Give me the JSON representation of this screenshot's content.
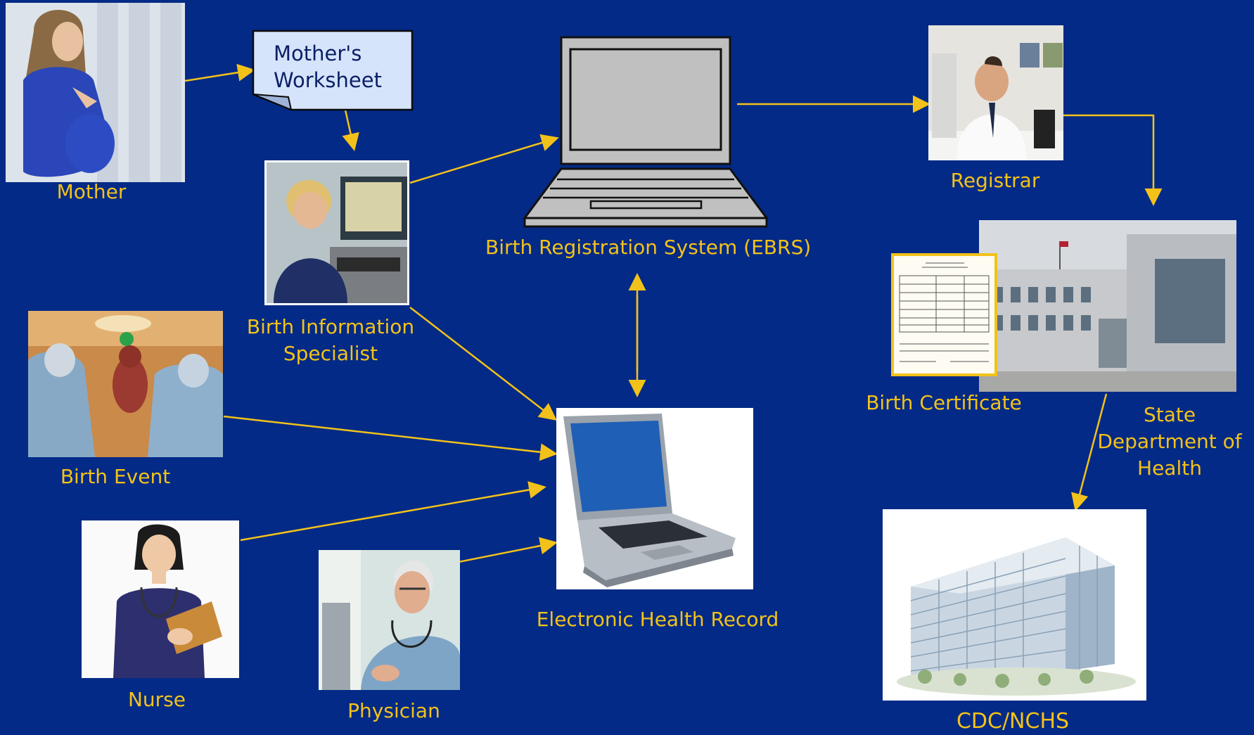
{
  "nodes": {
    "mother": "Mother",
    "worksheet_line1": "Mother's",
    "worksheet_line2": "Worksheet",
    "bis_line1": "Birth Information",
    "bis_line2": "Specialist",
    "ebrs": "Birth Registration System (EBRS)",
    "registrar": "Registrar",
    "birth_event": "Birth Event",
    "ehr": "Electronic Health Record",
    "birth_certificate": "Birth Certificate",
    "sdh_line1": "State",
    "sdh_line2": "Department of",
    "sdh_line3": "Health",
    "nurse": "Nurse",
    "physician": "Physician",
    "cdc": "CDC/NCHS"
  },
  "colors": {
    "background": "#032a86",
    "label": "#f3c21a",
    "arrow": "#f3c21a",
    "worksheet_fill": "#d6e4fb"
  },
  "icons": {
    "mother_photo": "pregnant-woman-icon",
    "bis_photo": "office-worker-icon",
    "registrar_photo": "businessman-icon",
    "birth_event_photo": "surgeons-newborn-icon",
    "nurse_photo": "nurse-icon",
    "physician_photo": "doctor-icon",
    "ehr_laptop": "laptop-icon",
    "ebrs_laptop": "laptop-outline-icon",
    "state_building": "government-building-icon",
    "certificate": "certificate-document-icon",
    "cdc_building": "office-building-icon"
  }
}
